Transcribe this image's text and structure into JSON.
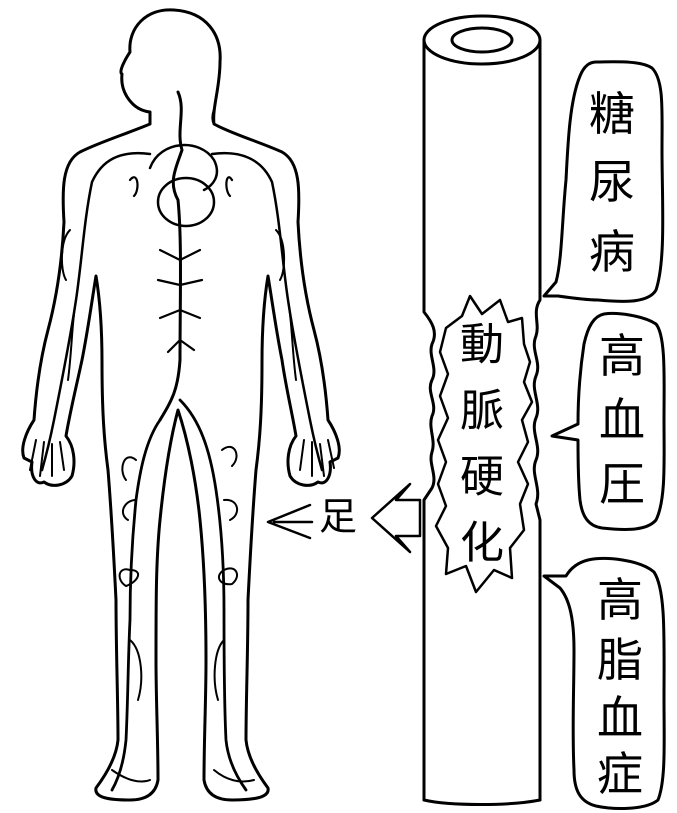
{
  "labels": {
    "foot": "足",
    "arteriosclerosis": [
      "動",
      "脈",
      "硬",
      "化"
    ],
    "diabetes": [
      "糖",
      "尿",
      "病"
    ],
    "hypertension": [
      "高",
      "血",
      "圧"
    ],
    "hyperlipidemia": [
      "高",
      "脂",
      "血",
      "症"
    ]
  },
  "icons": {
    "body": "human-body-vascular",
    "vessel": "blood-vessel-cross-section",
    "arrow": "hollow-left-arrow"
  },
  "colors": {
    "ink": "#000000",
    "paper": "#ffffff"
  }
}
